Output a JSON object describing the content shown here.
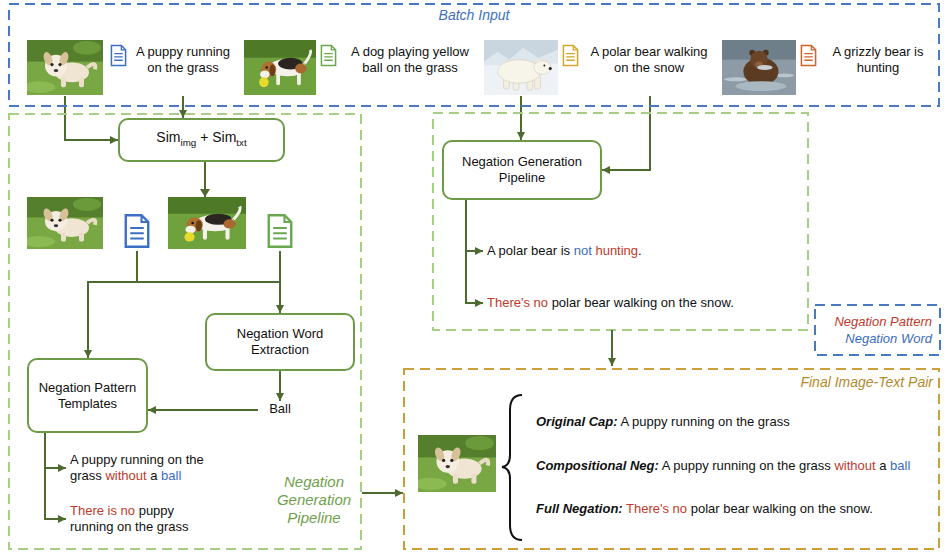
{
  "diagram": {
    "nodes": [
      {
        "text": [
          "Batch Input"
        ]
      },
      {
        "text": [
          "A puppy running on the grass"
        ],
        "in": 0
      },
      {
        "text": [
          "A dog playing yellow ball on the grass"
        ],
        "in": 0
      },
      {
        "text": [
          "A polar bear walking on the snow"
        ],
        "in": 0
      },
      {
        "text": [
          "A grizzly bear is hunting"
        ],
        "in": 0
      },
      {
        "text": [
          "Negation Generation Pipeline"
        ]
      },
      {
        "text": [
          "Simimg + Simtxt"
        ],
        "in": 5
      },
      {
        "text": [
          "Negation Word Extraction"
        ],
        "in": 5
      },
      {
        "text": [
          "Negation Pattern Templates"
        ],
        "in": 5
      },
      {
        "text": [
          "Ball"
        ],
        "in": 5
      },
      {
        "text": [
          "A puppy running on the grass without a ball"
        ],
        "in": 5
      },
      {
        "text": [
          "There is no puppy running on the grass"
        ],
        "in": 5
      },
      {
        "text": [
          "Negation Generation Pipeline"
        ]
      },
      {
        "text": [
          "A polar bear is not hunting."
        ]
      },
      {
        "text": [
          "There's no polar bear walking on the snow."
        ]
      },
      {
        "text": [
          "Final Image-Text Pair",
          "Original Cap: A puppy running on the grass",
          "Compositional Neg: A puppy running on the grass without a ball",
          "Full Negation: There's no polar bear walking on the snow."
        ]
      }
    ],
    "edges": [
      {
        "from": 1,
        "to": 6,
        "arrow": "to"
      },
      {
        "from": 1,
        "to": 6,
        "arrow": "to"
      },
      {
        "from": 3,
        "to": 12,
        "arrow": "to"
      },
      {
        "from": 3,
        "to": 12,
        "arrow": "to"
      },
      {
        "from": 6,
        "to": 8,
        "arrow": "to"
      },
      {
        "from": 6,
        "to": 7,
        "arrow": "to"
      },
      {
        "from": 7,
        "to": 9,
        "arrow": "to"
      },
      {
        "from": 9,
        "to": 8,
        "arrow": "to"
      },
      {
        "from": 8,
        "to": 10,
        "arrow": "to"
      },
      {
        "from": 8,
        "to": 11,
        "arrow": "to"
      },
      {
        "from": 12,
        "to": 13,
        "arrow": "to"
      },
      {
        "from": 12,
        "to": 14,
        "arrow": "to"
      },
      {
        "from": 5,
        "to": 15,
        "arrow": "to"
      }
    ],
    "legend": [
      {
        "text": "Negation Pattern",
        "color": "#c0392b"
      },
      {
        "text": "Negation Word",
        "color": "#3a6cc0"
      }
    ]
  }
}
